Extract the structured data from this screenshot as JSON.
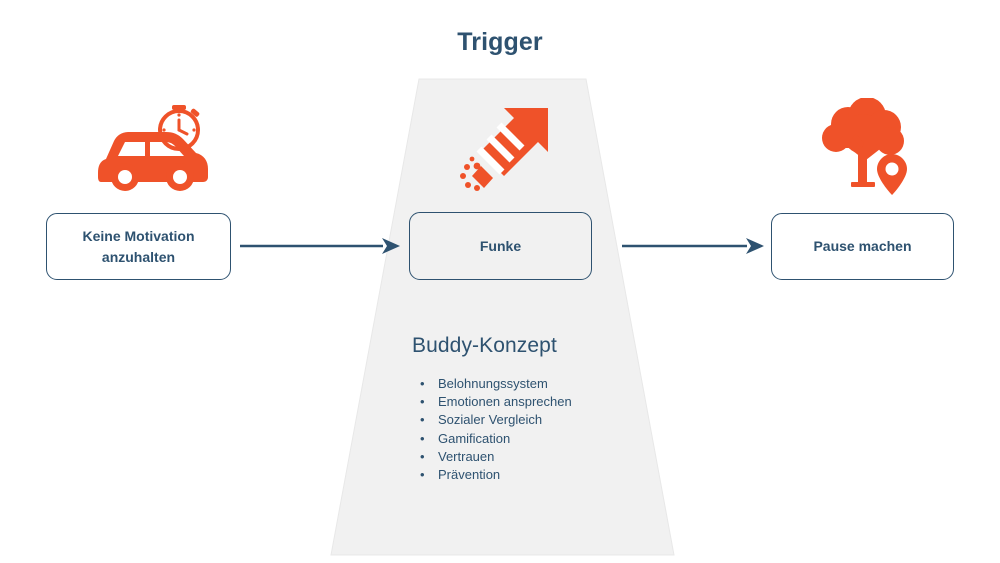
{
  "title": "Trigger",
  "colors": {
    "accent_orange": "#EF5229",
    "slate_blue": "#2E5270",
    "funnel_fill": "#F1F1F1",
    "funnel_stroke": "#E4E4E4",
    "background": "#FFFFFF"
  },
  "boxes": {
    "left": {
      "label": "Keine Motivation\nanzuhalten",
      "line1": "Keine Motivation",
      "line2": "anzuhalten"
    },
    "center": {
      "label": "Funke"
    },
    "right": {
      "label": "Pause machen"
    }
  },
  "icons": {
    "left": "car-stopwatch-icon",
    "center": "firework-rocket-icon",
    "right": "tree-location-pin-icon"
  },
  "arrows": {
    "first": "arrow-left-to-center",
    "second": "arrow-center-to-right"
  },
  "buddy": {
    "heading": "Buddy-Konzept",
    "bullet_glyph": "•",
    "items": [
      "Belohnungssystem",
      "Emotionen ansprechen",
      "Sozialer Vergleich",
      "Gamification",
      "Vertrauen",
      "Prävention"
    ]
  }
}
